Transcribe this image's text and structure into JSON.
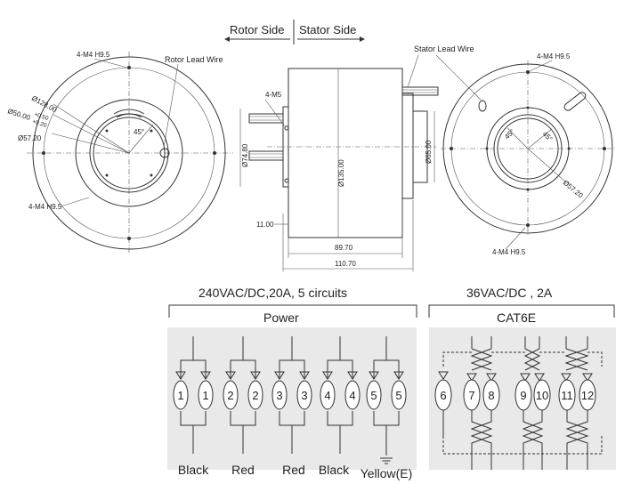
{
  "header": {
    "rotor_side": "Rotor Side",
    "stator_side": "Stator Side"
  },
  "left_view": {
    "holes_top": "4-M4 H9.5",
    "holes_bottom": "4-M4 H9.5",
    "lead_wire": "Rotor Lead Wire",
    "dia_outer": "Ø128.00",
    "dia_bore": "Ø50.00",
    "tol_plus": "+0.50",
    "tol_minus": "+0.20",
    "dia_pcd": "Ø57.20",
    "angle": "45°"
  },
  "side_view": {
    "screw_label": "4-M5",
    "dia_left": "Ø74.80",
    "dia_body": "Ø135.00",
    "dia_right": "Ø65.00",
    "dim_11": "11.00",
    "dim_89": "89.70",
    "dim_110": "110.70"
  },
  "right_view": {
    "lead_wire": "Stator Lead Wire",
    "holes_top": "4-M4 H9.5",
    "holes_bottom": "4-M4 H9.5",
    "angle_a": "45°",
    "angle_b": "45°",
    "dia_pcd": "Ø57.20"
  },
  "schematic": {
    "power_spec": "240VAC/DC,20A, 5 circuits",
    "power_group": "Power",
    "signal_spec": "36VAC/DC , 2A",
    "signal_group": "CAT6E",
    "power_circuits": [
      {
        "a": "1",
        "b": "1",
        "color": "Black"
      },
      {
        "a": "2",
        "b": "2",
        "color": "Red"
      },
      {
        "a": "3",
        "b": "3",
        "color": "Red"
      },
      {
        "a": "4",
        "b": "4",
        "color": "Black"
      },
      {
        "a": "5",
        "b": "5",
        "color": "Yellow(E)"
      }
    ],
    "signal_numbers": [
      "6",
      "7",
      "8",
      "9",
      "10",
      "11",
      "12"
    ]
  }
}
